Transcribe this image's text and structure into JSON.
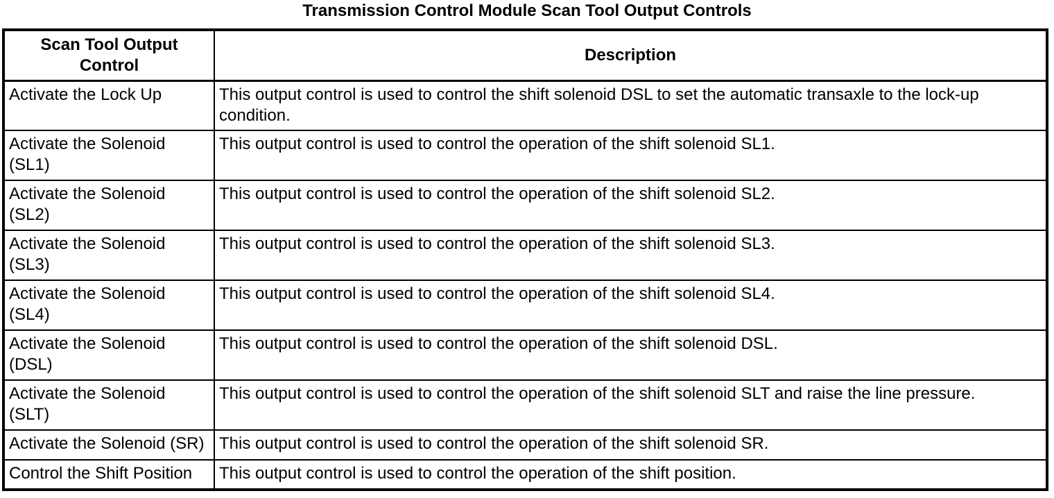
{
  "page_title": "Transmission Control Module Scan Tool Output Controls",
  "table": {
    "columns": [
      {
        "label": "Scan Tool Output Control"
      },
      {
        "label": "Description"
      }
    ],
    "rows": [
      {
        "control": "Activate the Lock Up",
        "description": "This output control is used to control the shift solenoid DSL to set the automatic transaxle to the lock-up condition."
      },
      {
        "control": "Activate the Solenoid (SL1)",
        "description": "This output control is used to control the operation of the shift solenoid SL1."
      },
      {
        "control": "Activate the Solenoid (SL2)",
        "description": "This output control is used to control the operation of the shift solenoid SL2."
      },
      {
        "control": "Activate the Solenoid (SL3)",
        "description": "This output control is used to control the operation of the shift solenoid SL3."
      },
      {
        "control": "Activate the Solenoid (SL4)",
        "description": "This output control is used to control the operation of the shift solenoid SL4."
      },
      {
        "control": "Activate the Solenoid (DSL)",
        "description": "This output control is used to control the operation of the shift solenoid DSL."
      },
      {
        "control": "Activate the Solenoid (SLT)",
        "description": "This output control is used to control the operation of the shift solenoid SLT and raise the line pressure."
      },
      {
        "control": "Activate the Solenoid (SR)",
        "description": "This output control is used to control the operation of the shift solenoid SR."
      },
      {
        "control": "Control the Shift Position",
        "description": "This output control is used to control the operation of the shift position."
      }
    ]
  },
  "colors": {
    "text": "#000000",
    "border": "#000000",
    "background": "#ffffff"
  }
}
